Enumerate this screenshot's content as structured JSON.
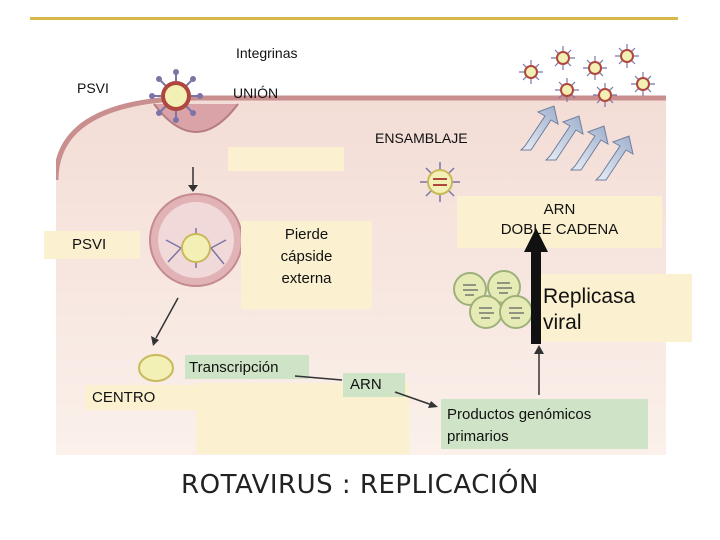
{
  "labels": {
    "integrinas": "Integrinas",
    "psvi_top": "PSVI",
    "union": "UNIÓN",
    "ensamblaje": "ENSAMBLAJE",
    "psvi_left": "PSVI",
    "pierde": [
      "Pierde",
      "cápside",
      "externa"
    ],
    "arn_doble": [
      "ARN",
      "DOBLE CADENA"
    ],
    "replicasa": [
      "Replicasa",
      "viral"
    ],
    "transcripcion": "Transcripción",
    "centro": "CENTRO",
    "arn": "ARN",
    "productos": [
      "Productos genómicos",
      "primarios"
    ]
  },
  "title": "ROTAVIRUS : REPLICACIÓN",
  "colors": {
    "accent_line": "#d9b84a",
    "cytoplasm": "#f5e1d6",
    "membrane": "#c98f8f",
    "vesicle": "#d9a3a8",
    "virus_core": "#f3f0b5",
    "spike": "#8a7fb0",
    "label_box": "#fbf1d0",
    "green_box": "#cfe4c6"
  }
}
